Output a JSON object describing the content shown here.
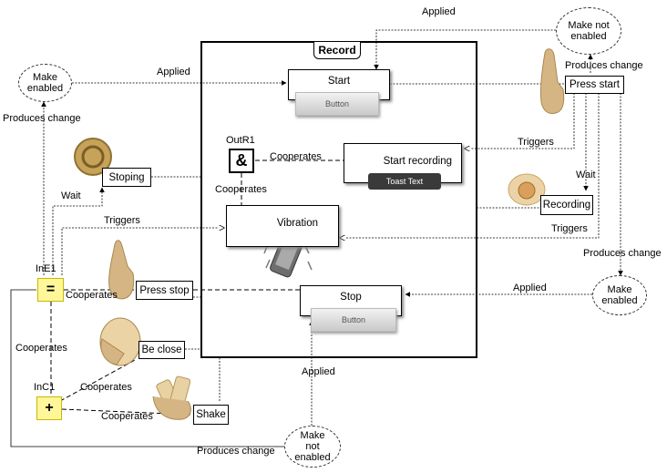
{
  "record": {
    "title": "Record"
  },
  "widgets": {
    "start": {
      "label": "Start",
      "button": "Button"
    },
    "start_recording": {
      "label": "Start recording",
      "toast": "Toast Text"
    },
    "vibration": {
      "label": "Vibration"
    },
    "stop": {
      "label": "Stop",
      "button": "Button"
    }
  },
  "boxes": {
    "press_start": "Press start",
    "recording": "Recording",
    "stoping": "Stoping",
    "press_stop": "Press stop",
    "be_close": "Be close",
    "shake": "Shake"
  },
  "states": {
    "make_enabled_left": "Make enabled",
    "make_not_enabled_top": "Make not enabled",
    "make_enabled_right": "Make enabled",
    "make_not_enabled_bottom": "Make not enabled"
  },
  "operators": {
    "outr1": {
      "name": "OutR1",
      "symbol": "&"
    },
    "inE1": {
      "name": "InE1",
      "symbol": "="
    },
    "inC1": {
      "name": "InC1",
      "symbol": "+"
    }
  },
  "edge_labels": {
    "applied_top": "Applied",
    "applied_left": "Applied",
    "produces_change_left": "Produces change",
    "produces_change_top": "Produces change",
    "triggers_right1": "Triggers",
    "wait_right": "Wait",
    "triggers_right2": "Triggers",
    "produces_change_right": "Produces change",
    "applied_right": "Applied",
    "cooperates_outr1": "Cooperates",
    "cooperates_vertical": "Cooperates",
    "wait_left": "Wait",
    "triggers_left": "Triggers",
    "cooperates_press_stop": "Cooperates",
    "cooperates_ine_inc": "Cooperates",
    "cooperates_be_close": "Cooperates",
    "cooperates_shake": "Cooperates",
    "applied_bottom": "Applied",
    "produces_change_bottom": "Produces change"
  },
  "icons": [
    "finger-tap-icon",
    "lock-icon",
    "clock-icon",
    "phone-vibrate-icon",
    "finger-stop-icon",
    "face-hand-icon",
    "shake-phone-icon",
    "record-button-icon"
  ]
}
